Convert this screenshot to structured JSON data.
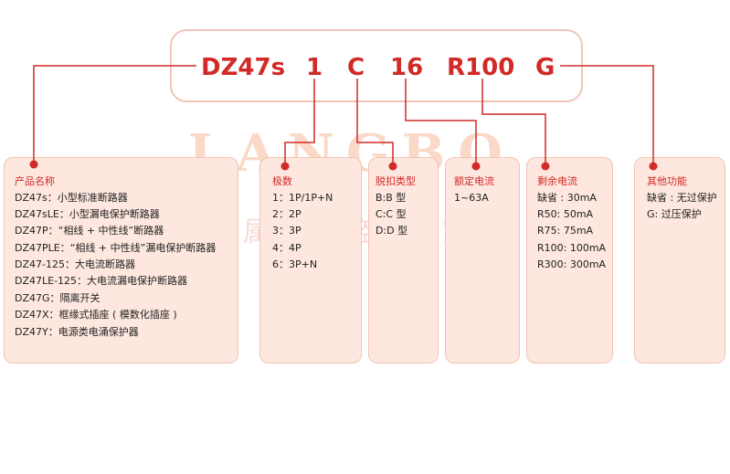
{
  "model_code": {
    "series": "DZ47s",
    "poles": "1",
    "curve": "C",
    "current": "16",
    "residual": "R100",
    "other": "G"
  },
  "watermark": {
    "latin": "LANGBO",
    "chinese": "专属主图  盗图必究"
  },
  "panels": {
    "product": {
      "title": "产品名称",
      "lines": [
        "DZ47s：小型标准断路器",
        "DZ47sLE：小型漏电保护断路器",
        "DZ47P：“相线 + 中性线”断路器",
        "DZ47PLE：“相线 + 中性线”漏电保护断路器",
        "DZ47-125：大电流断路器",
        "DZ47LE-125：大电流漏电保护断路器",
        "DZ47G：隔离开关",
        "DZ47X：框缘式插座 ( 模数化插座 )",
        "DZ47Y：电源类电涌保护器"
      ]
    },
    "poles": {
      "title": "极数",
      "lines": [
        "1：1P/1P+N",
        "2：2P",
        "3：3P",
        "4：4P",
        "6：3P+N"
      ]
    },
    "trip": {
      "title": "脱扣类型",
      "lines": [
        "B:B 型",
        "C:C 型",
        "D:D 型"
      ]
    },
    "rated": {
      "title": "额定电流",
      "lines": [
        "1~63A"
      ]
    },
    "residual": {
      "title": "剩余电流",
      "lines": [
        "缺省 : 30mA",
        "R50: 50mA",
        "R75: 75mA",
        "R100: 100mA",
        "R300: 300mA"
      ]
    },
    "other": {
      "title": "其他功能",
      "lines": [
        "缺省 : 无过保护",
        "G: 过压保护"
      ]
    }
  },
  "colors": {
    "accent": "#d12a27",
    "panel_fill": "#fde7de",
    "panel_border": "#f3c4b4",
    "code_box_border": "#f2c5b8"
  }
}
